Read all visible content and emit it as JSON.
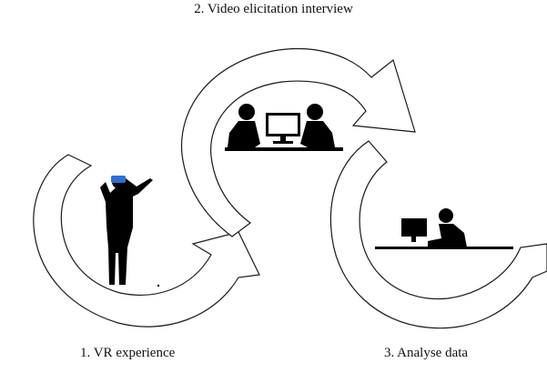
{
  "steps": {
    "step1": "1. VR experience",
    "step2": "2. Video elicitation interview",
    "step3": "3. Analyse data"
  },
  "icons": [
    "person-vr-headset-icon",
    "interview-two-people-monitor-icon",
    "person-at-computer-icon"
  ],
  "colors": {
    "headset": "#2f6fd6",
    "outline": "#1a1a1a",
    "silhouette": "#000000"
  }
}
